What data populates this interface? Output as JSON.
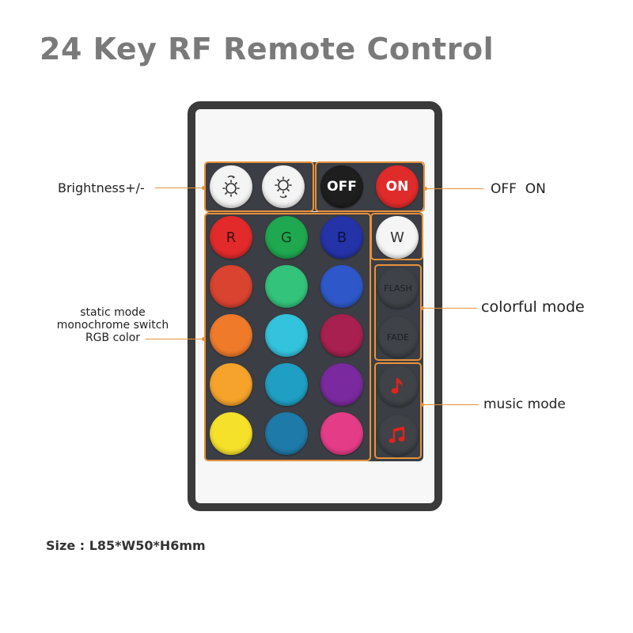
{
  "title": "24 Key RF Remote Control",
  "labels": {
    "brightness": "Brightness+/-",
    "off_on": "OFF  ON",
    "static_line1": "static mode",
    "static_line2": "monochrome switch",
    "static_line3": "RGB color",
    "colorful": "colorful mode",
    "music": "music mode"
  },
  "buttons": {
    "off": "OFF",
    "on": "ON",
    "r": "R",
    "g": "G",
    "b": "B",
    "w": "W",
    "flash": "FLASH",
    "fade": "FADE"
  },
  "icons": {
    "brightness_up": "sun-up-icon",
    "brightness_down": "sun-down-icon",
    "music1": "music-note-icon",
    "music2": "music-notes-icon"
  },
  "colors": {
    "accent": "#e8923a",
    "remote_body": "#3a3a3a",
    "panel": "#3b3e44"
  },
  "size": "Size : L85*W50*H6mm"
}
